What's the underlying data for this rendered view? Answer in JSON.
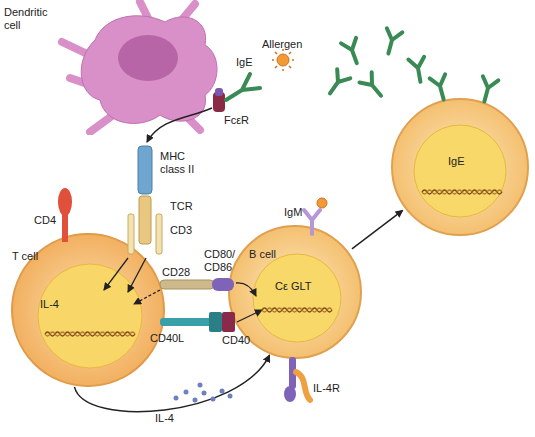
{
  "diagram": {
    "nodes": [
      {
        "text": [
          "Dendritic cell"
        ]
      },
      {
        "text": [
          "T cell",
          "IL-4"
        ]
      },
      {
        "text": [
          "B cell",
          "Cε GLT"
        ]
      },
      {
        "text": [
          "IgE"
        ]
      }
    ],
    "edges": [
      {
        "from": 1,
        "to": 2,
        "arrow": "to",
        "label": "IL-4"
      },
      {
        "from": 2,
        "to": 3,
        "arrow": "to"
      }
    ],
    "labels": [
      "IgE",
      "Allergen",
      "FcεR",
      "MHC class II",
      "CD4",
      "TCR",
      "CD3",
      "CD28",
      "CD80/ CD86",
      "IgM",
      "CD40L",
      "CD40",
      "IL-4R"
    ]
  }
}
